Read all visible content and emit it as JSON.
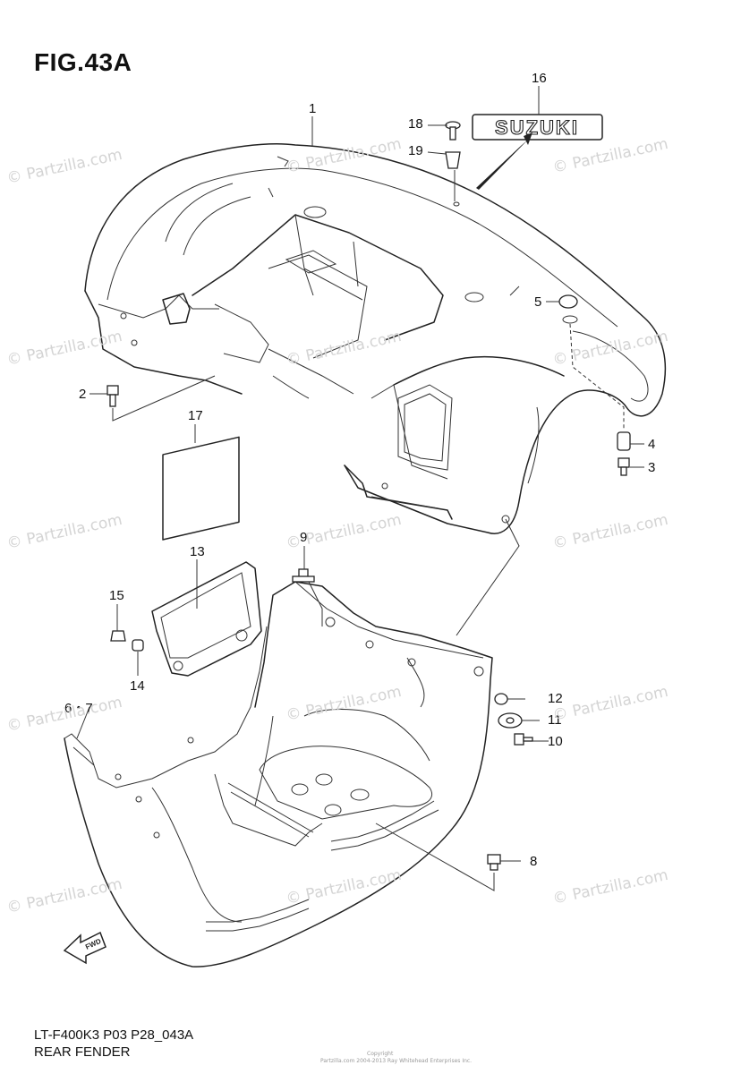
{
  "figure": {
    "title": "FIG.43A",
    "model_code": "LT-F400K3 P03 P28_043A",
    "caption": "REAR FENDER"
  },
  "watermark": {
    "text": "© Partzilla.com"
  },
  "brand_emblem": {
    "text": "SUZUKI"
  },
  "callouts": {
    "c1": "1",
    "c2": "2",
    "c3": "3",
    "c4": "4",
    "c5": "5",
    "c67": "6・7",
    "c8": "8",
    "c9": "9",
    "c10": "10",
    "c11": "11",
    "c12": "12",
    "c13": "13",
    "c14": "14",
    "c15": "15",
    "c16": "16",
    "c17": "17",
    "c18": "18",
    "c19": "19"
  },
  "fwd_arrow": {
    "text": "FWD"
  },
  "fine_print": {
    "line1": "Copyright",
    "line2": "Partzilla.com 2004-2013 Ray Whitehead Enterprises Inc."
  }
}
